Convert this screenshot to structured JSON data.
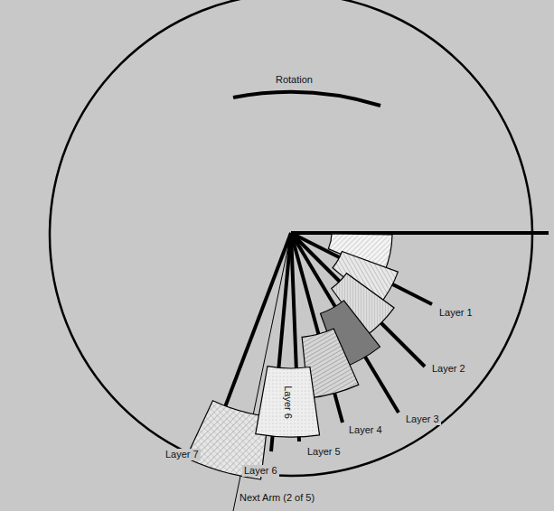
{
  "diagram": {
    "nodes": [
      {
        "text": [
          "Layer 6"
        ]
      }
    ],
    "labels": [
      "Rotation",
      "Layer 1",
      "Layer 2",
      "Layer 3",
      "Layer 4",
      "Layer 5",
      "Layer 6",
      "Layer 7",
      "Next Arm (2 of 5)"
    ]
  }
}
